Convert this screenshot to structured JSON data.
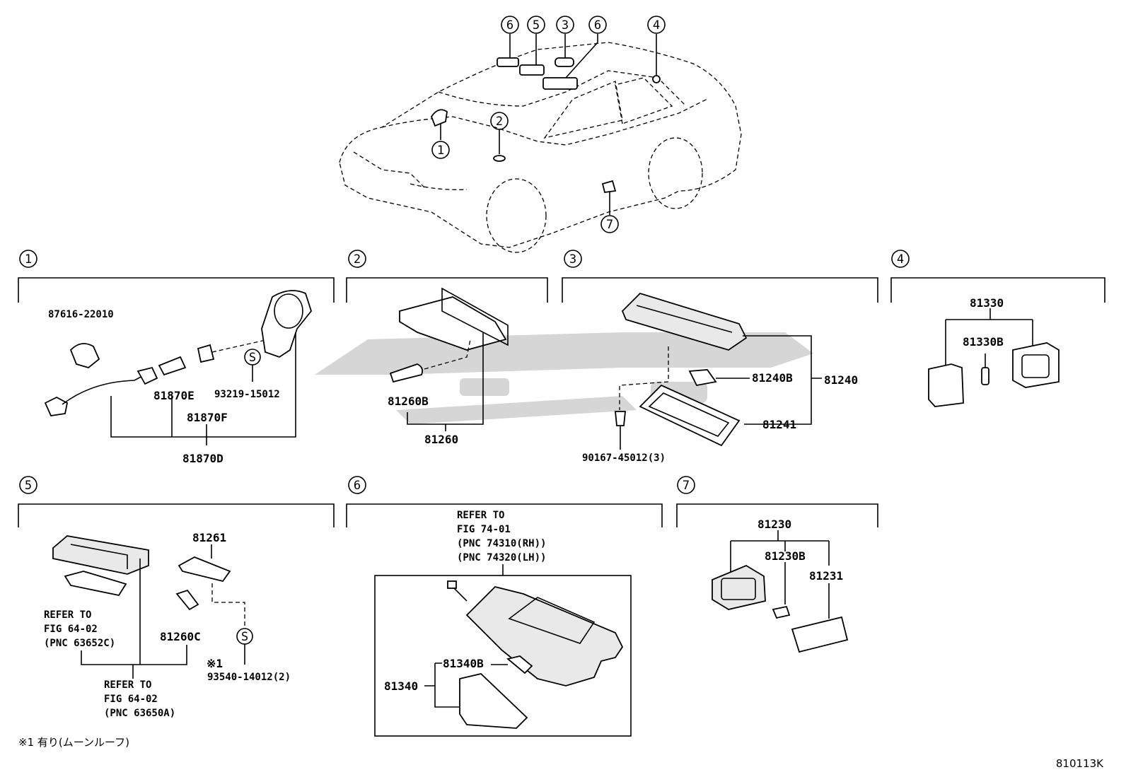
{
  "diagram": {
    "drawing_id": "810113K",
    "footnote": "※1 有り(ムーンルーフ)",
    "overview": {
      "callouts": [
        "6",
        "5",
        "3",
        "6",
        "4",
        "2",
        "1",
        "7"
      ]
    },
    "sections": [
      {
        "number": "1",
        "labels": [
          "87616-22010",
          "81870E",
          "93219-15012",
          "81870F",
          "81870D"
        ],
        "symbol": "S"
      },
      {
        "number": "2",
        "labels": [
          "81260B",
          "81260"
        ]
      },
      {
        "number": "3",
        "labels": [
          "81240B",
          "81240",
          "81241",
          "90167-45012(3)"
        ]
      },
      {
        "number": "4",
        "labels": [
          "81330",
          "81330B"
        ]
      },
      {
        "number": "5",
        "labels": [
          "81261",
          "81260C",
          "※1",
          "93540-14012(2)"
        ],
        "symbol": "S",
        "refs": [
          [
            "REFER TO",
            "FIG 64-02",
            "(PNC 63652C)"
          ],
          [
            "REFER TO",
            "FIG 64-02",
            "(PNC 63650A)"
          ]
        ]
      },
      {
        "number": "6",
        "labels": [
          "81340B",
          "81340"
        ],
        "refs": [
          [
            "REFER TO",
            "FIG 74-01",
            "(PNC 74310(RH))",
            "(PNC 74320(LH))"
          ]
        ]
      },
      {
        "number": "7",
        "labels": [
          "81230",
          "81230B",
          "81231"
        ]
      }
    ]
  }
}
